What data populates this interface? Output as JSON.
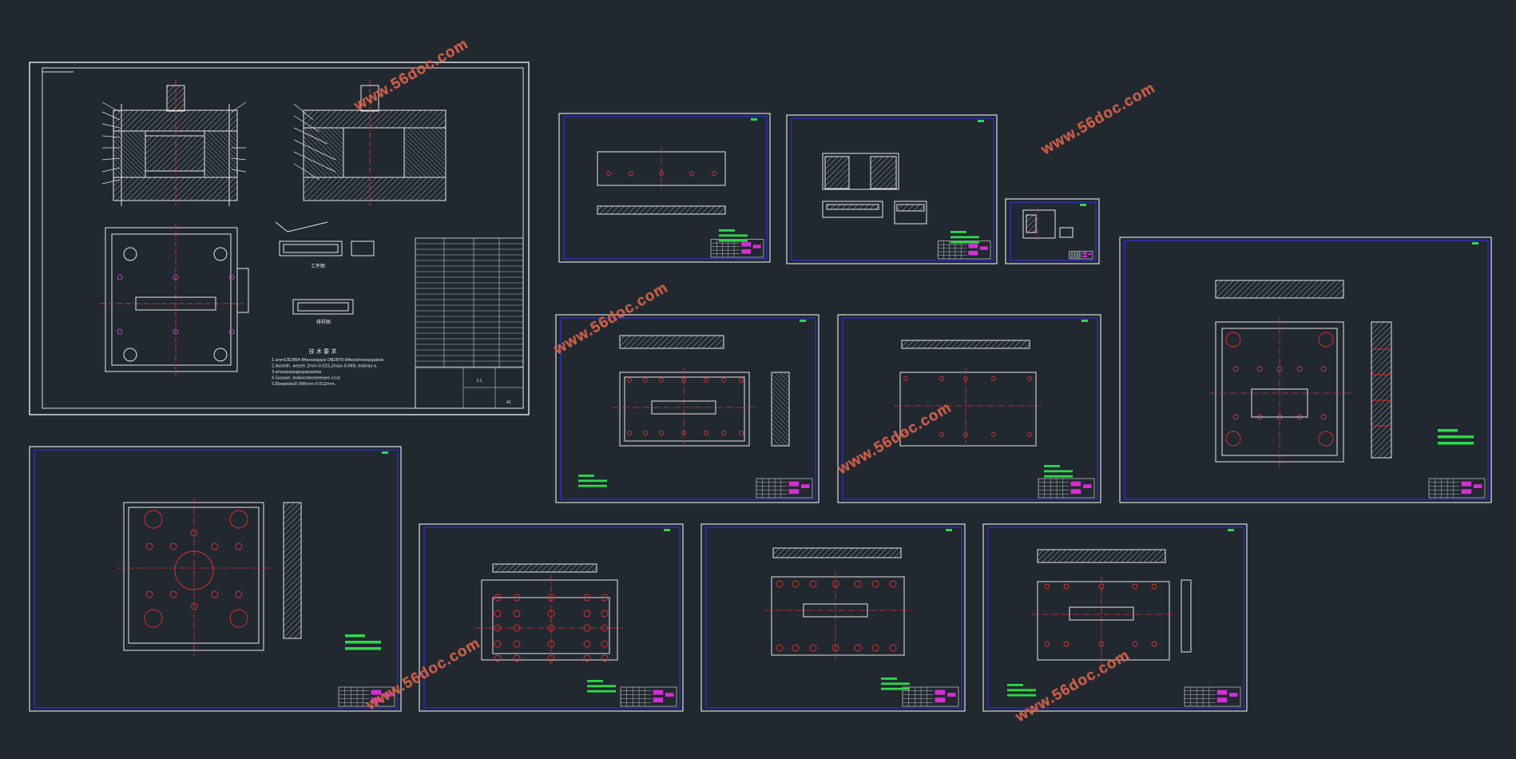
{
  "watermark": "www.56doc.com",
  "colors": {
    "background": "#212830",
    "sheet_frame": "#d8dde2",
    "inner_frame": "#2f2fd8",
    "geometry": "#e6e6e6",
    "centerline": "#e03030",
    "hatch": "#c8c8c8",
    "note_text": "#2fd84a",
    "title_highlight": "#d42fd4",
    "watermark": "#d0604a"
  },
  "main_sheet": {
    "tech_notes_title": "技 术 要 求",
    "tech_notes": [
      "1.anmCB2864-84anooqxpe DB2870-84exstmooqxpatoe.",
      "2.Aosedh. wezeh 2mm-0.025,2mpx-0.048, exbhaa e.",
      "3.anooqxpaqpxpqxaatoe.",
      "4.Sxaaae. leaboosbexeeeaee.ccce",
      "5.Eboqesbs0.006mm-0.012mm."
    ],
    "part_view_label_1": "工件图",
    "part_view_label_2": "排样图",
    "title_block_scale": "1:1",
    "title_block_code": "A1"
  },
  "sheets": [
    {
      "id": "main-assembly"
    },
    {
      "id": "sheet-top-1"
    },
    {
      "id": "sheet-top-2"
    },
    {
      "id": "sheet-small"
    },
    {
      "id": "sheet-right-large"
    },
    {
      "id": "sheet-mid-1"
    },
    {
      "id": "sheet-mid-2"
    },
    {
      "id": "sheet-bottom-left"
    },
    {
      "id": "sheet-bottom-1"
    },
    {
      "id": "sheet-bottom-2"
    },
    {
      "id": "sheet-bottom-3"
    }
  ],
  "note_label": "技术要求"
}
